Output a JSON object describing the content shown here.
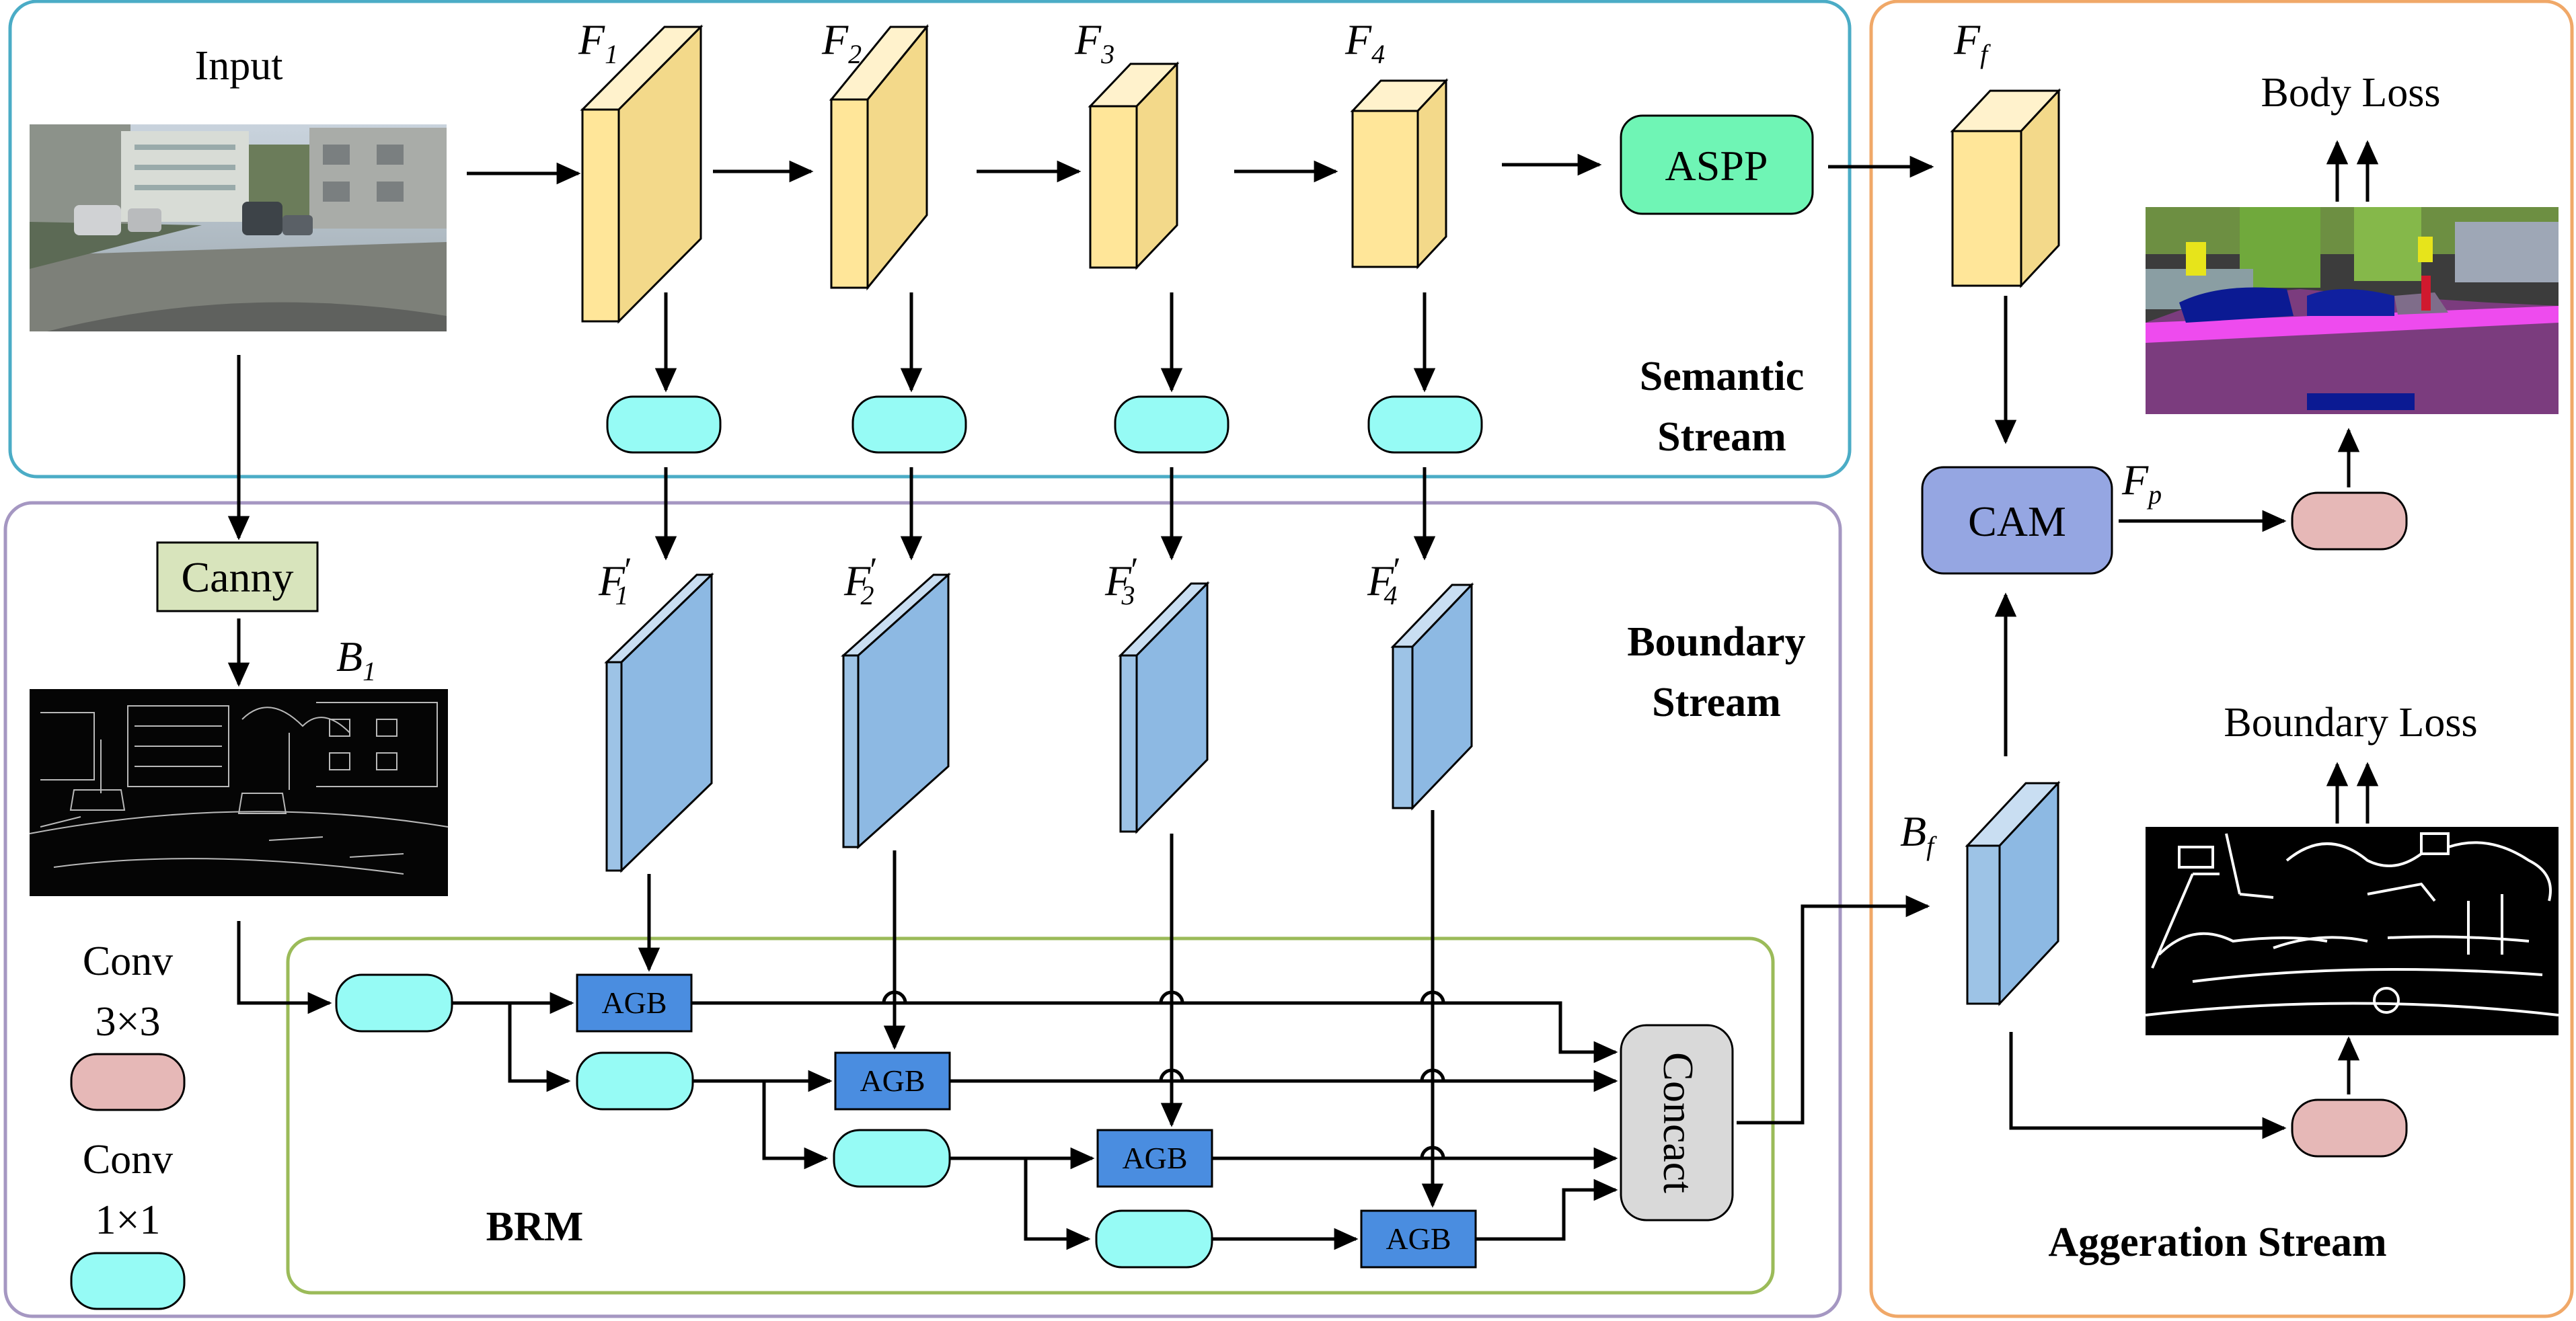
{
  "colors": {
    "semantic_border": "#4bacc6",
    "boundary_border": "#a597c2",
    "aggregation_border": "#f0a868",
    "brm_border": "#9bbb59",
    "feature_yellow": "#ffe699",
    "feature_blue": "#9dc3e6",
    "conv1x1": "#96fbf5",
    "conv3x3": "#e6b8b7",
    "aspp": "#6ff5b5",
    "cam": "#95a6e2",
    "agb": "#4a8de0",
    "canny": "#d8e4bc",
    "concat": "#d9d9d9"
  },
  "labels": {
    "input": "Input",
    "semantic_stream": [
      "Semantic",
      "Stream"
    ],
    "boundary_stream": [
      "Boundary",
      "Stream"
    ],
    "aggregation_stream": "Aggeration Stream",
    "brm": "BRM",
    "body_loss": "Body Loss",
    "boundary_loss": "Boundary Loss",
    "canny": "Canny",
    "aspp": "ASPP",
    "cam": "CAM",
    "concat": "Concact",
    "agb": "AGB",
    "b1": {
      "base": "B",
      "sub": "1"
    },
    "f_features": [
      {
        "base": "F",
        "sub": "1"
      },
      {
        "base": "F",
        "sub": "2"
      },
      {
        "base": "F",
        "sub": "3"
      },
      {
        "base": "F",
        "sub": "4"
      }
    ],
    "f_prime_features": [
      {
        "base": "F",
        "sub": "1",
        "prime": "′"
      },
      {
        "base": "F",
        "sub": "2",
        "prime": "′"
      },
      {
        "base": "F",
        "sub": "3",
        "prime": "′"
      },
      {
        "base": "F",
        "sub": "4",
        "prime": "′"
      }
    ],
    "ff": {
      "base": "F",
      "sub": "f"
    },
    "fp": {
      "base": "F",
      "sub": "p"
    },
    "bf": {
      "base": "B",
      "sub": "f"
    }
  },
  "legend": {
    "conv3x3": [
      "Conv",
      "3×3"
    ],
    "conv1x1": [
      "Conv",
      "1×1"
    ]
  },
  "images": {
    "input_photo": "street-scene-photo",
    "canny_edges": "canny-edge-map",
    "segmentation_map": "semantic-segmentation-output",
    "boundary_map": "boundary-output"
  }
}
